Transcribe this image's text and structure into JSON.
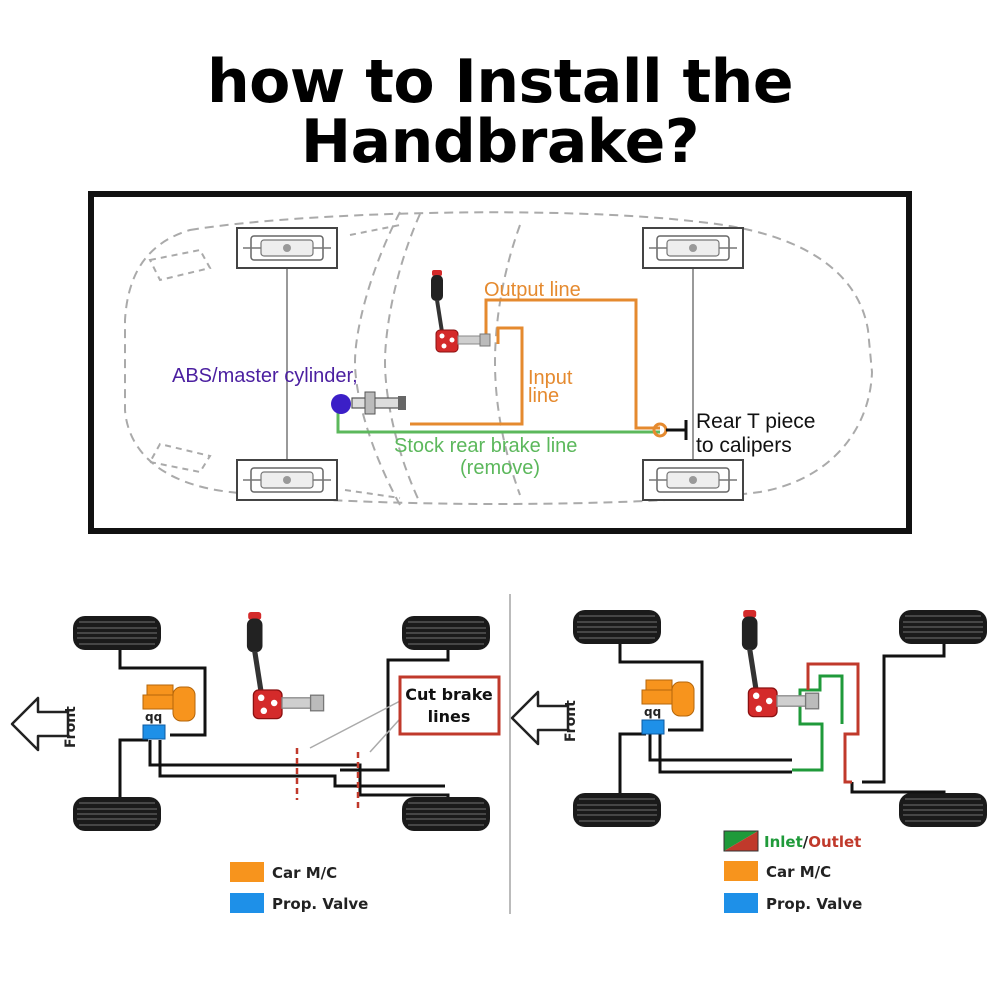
{
  "title": "how to Install the Handbrake?",
  "top_diagram": {
    "abs_label": "ABS/master cylinder,",
    "output_line_label": "Output line",
    "input_line_label_1": "Input",
    "input_line_label_2": "line",
    "stock_line_label_1": "Stock rear brake line",
    "stock_line_label_2": "(remove)",
    "rear_t_label_1": "Rear T piece",
    "rear_t_label_2": "to calipers"
  },
  "bottom_left": {
    "front_label": "Front",
    "cut_label_1": "Cut brake",
    "cut_label_2": "lines",
    "legend": [
      {
        "label": "Car M/C",
        "color": "#f7941d"
      },
      {
        "label": "Prop. Valve",
        "color": "#1e90e8"
      }
    ]
  },
  "bottom_right": {
    "front_label": "Front",
    "legend_inlet": "Inlet",
    "legend_sep": "/",
    "legend_outlet": "Outlet",
    "legend": [
      {
        "label": "Car M/C",
        "color": "#f7941d"
      },
      {
        "label": "Prop. Valve",
        "color": "#1e90e8"
      }
    ]
  },
  "colors": {
    "output_line": "#e58a2f",
    "stock_line": "#5cb85c",
    "abs_text": "#4b1fa0",
    "inlet": "#1f9a3a",
    "outlet": "#c0392b",
    "handbrake_red": "#d42a2a"
  }
}
